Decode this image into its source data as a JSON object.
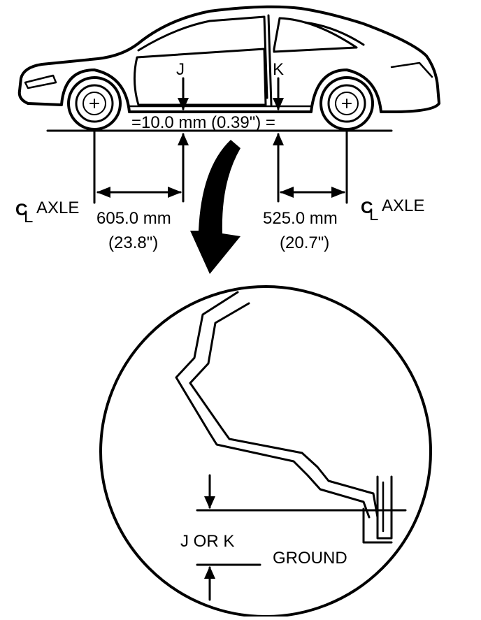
{
  "labels": {
    "point_j": "J",
    "point_k": "K",
    "height_spec": "=10.0 mm (0.39\") =",
    "front_axle_symbol": "C",
    "front_axle_sub": "L",
    "front_axle_label": "AXLE",
    "rear_axle_symbol": "C",
    "rear_axle_sub": "L",
    "rear_axle_label": "AXLE",
    "front_dist_mm": "605.0 mm",
    "front_dist_in": "(23.8\")",
    "rear_dist_mm": "525.0 mm",
    "rear_dist_in": "(20.7\")",
    "detail_j_or_k": "J OR K",
    "detail_ground": "GROUND"
  },
  "colors": {
    "ink": "#000000",
    "paper": "#ffffff"
  }
}
